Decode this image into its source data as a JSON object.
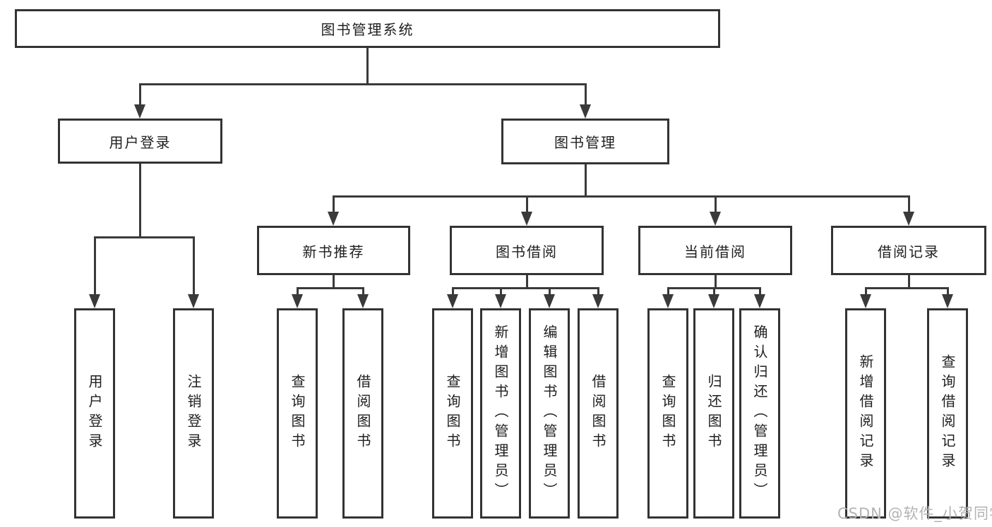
{
  "diagram": {
    "watermark": "CSDN @软件_小贺同学",
    "colors": {
      "line": "#3a3a3a",
      "box_border": "#333333",
      "text": "#1f1f1f",
      "watermark": "#b3b3b3",
      "background": "#ffffff"
    },
    "tree": {
      "label": "图书管理系统",
      "children": [
        {
          "label": "用户登录",
          "children": [
            {
              "label": "用户登录"
            },
            {
              "label": "注销登录"
            }
          ]
        },
        {
          "label": "图书管理",
          "children": [
            {
              "label": "新书推荐",
              "children": [
                {
                  "label": "查询图书"
                },
                {
                  "label": "借阅图书"
                }
              ]
            },
            {
              "label": "图书借阅",
              "children": [
                {
                  "label": "查询图书"
                },
                {
                  "label": "新增图书（管理员）"
                },
                {
                  "label": "编辑图书（管理员）"
                },
                {
                  "label": "借阅图书"
                }
              ]
            },
            {
              "label": "当前借阅",
              "children": [
                {
                  "label": "查询图书"
                },
                {
                  "label": "归还图书"
                },
                {
                  "label": "确认归还（管理员）"
                }
              ]
            },
            {
              "label": "借阅记录",
              "children": [
                {
                  "label": "新增借阅记录"
                },
                {
                  "label": "查询借阅记录"
                }
              ]
            }
          ]
        }
      ]
    }
  }
}
